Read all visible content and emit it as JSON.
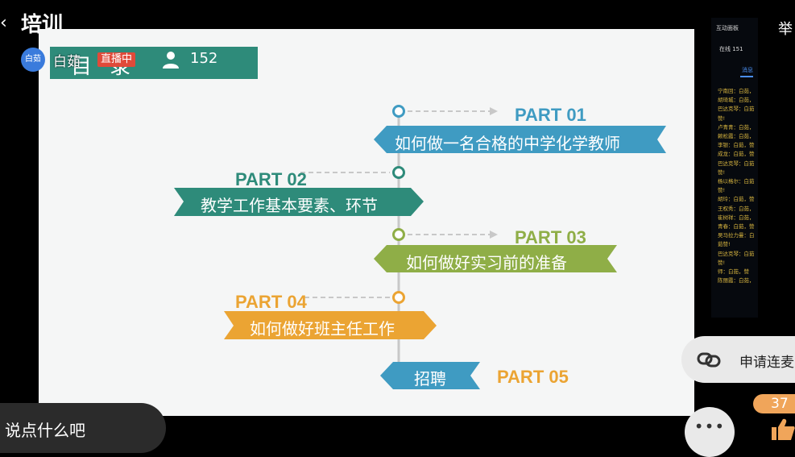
{
  "header": {
    "title": "培训",
    "back_icon": "chevron-left-icon",
    "raise_hand_label": "举"
  },
  "live": {
    "host_avatar_text": "白茹",
    "host_name": "白茹",
    "badge": "直播中",
    "viewer_icon": "person-icon",
    "viewer_count": "152"
  },
  "slide": {
    "title": "目录",
    "colors": {
      "teal": "#2e8b7a",
      "blue": "#3f9bc2",
      "green": "#8fae47",
      "orange": "#eba433",
      "axis": "#c8c8c8"
    },
    "parts": [
      {
        "part": "PART 01",
        "text": "如何做一名合格的中学化学教师"
      },
      {
        "part": "PART 02",
        "text": "教学工作基本要素、环节"
      },
      {
        "part": "PART 03",
        "text": "如何做好实习前的准备"
      },
      {
        "part": "PART 04",
        "text": "如何做好班主任工作"
      },
      {
        "part": "PART 05",
        "text": "招聘"
      }
    ]
  },
  "panel": {
    "title": "互动面板",
    "online": "在线 151",
    "tab": "消息",
    "messages": [
      "宁南回：白茹，",
      "胡琦城：白茹，",
      "巴达克琴：白茹",
      "赞!",
      "卢青青：白茹，",
      "赖松霞：白茹，",
      "李银：白茹，赞",
      "成龙：白茹，赞",
      "巴达克琴：白茹",
      "赞!",
      "杨以格尔：白茹",
      "赞!",
      "胡玲：白茹，赞",
      "王权秀：白茹，",
      "崔树祥：白茹，",
      "青春：白茹，赞",
      "吴马拉力曼：白",
      "茹赞!",
      "巴达克琴：白茹",
      "赞!",
      "师：白茹，赞",
      "陈丽霞：白茹，"
    ]
  },
  "controls": {
    "lianmai_label": "申请连麦",
    "lianmai_icon": "link-icon",
    "like_count": "37",
    "like_icon": "thumbs-up-icon",
    "more_icon": "more-dots-icon",
    "chat_placeholder": "说点什么吧"
  }
}
